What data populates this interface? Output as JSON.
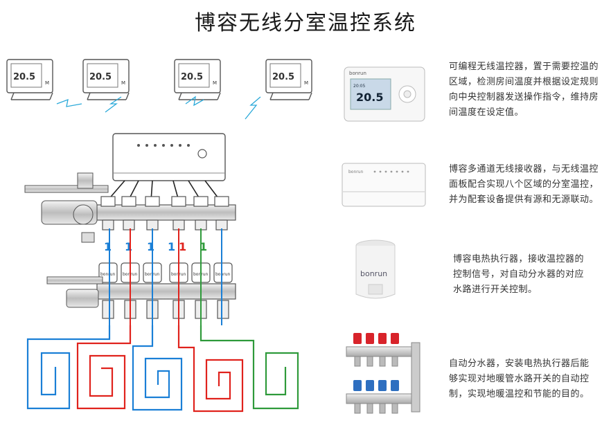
{
  "page": {
    "title": "博容无线分室温控系统"
  },
  "thermostat_display": {
    "temp": "20.5",
    "mode": "M"
  },
  "colors": {
    "blue": "#1a7fd6",
    "red": "#e0221c",
    "green": "#2e9a3a",
    "line": "#555555"
  },
  "products": [
    {
      "id": "thermostat",
      "brand": "bonrun",
      "screen_small": "20:05",
      "screen_main": "20.5",
      "lines": [
        "可编程无线温控器，置于需要控温的",
        "区域，检测房间温度并根据设定规则",
        "向中央控制器发送操作指令，维持房",
        "间温度在设定值。"
      ]
    },
    {
      "id": "receiver",
      "brand": "bonrun",
      "lines": [
        "博容多通道无线接收器，与无线温控",
        "面板配合实现八个区域的分室温控，",
        "并为配套设备提供有源和无源联动。"
      ]
    },
    {
      "id": "actuator",
      "brand": "bonrun",
      "lines": [
        "博容电热执行器，接收温控器的",
        "控制信号，对自动分水器的对应",
        "水路进行开关控制。"
      ]
    },
    {
      "id": "manifold",
      "lines": [
        "自动分水器，安装电热执行器后能",
        "够实现对地暖管水路开关的自动控",
        "制，实现地暖温控和节能的目的。"
      ]
    }
  ],
  "diagram": {
    "actuator_brand": "bonrun",
    "flow_marks": [
      "1",
      "1",
      "1",
      "1",
      "1",
      "1"
    ]
  }
}
